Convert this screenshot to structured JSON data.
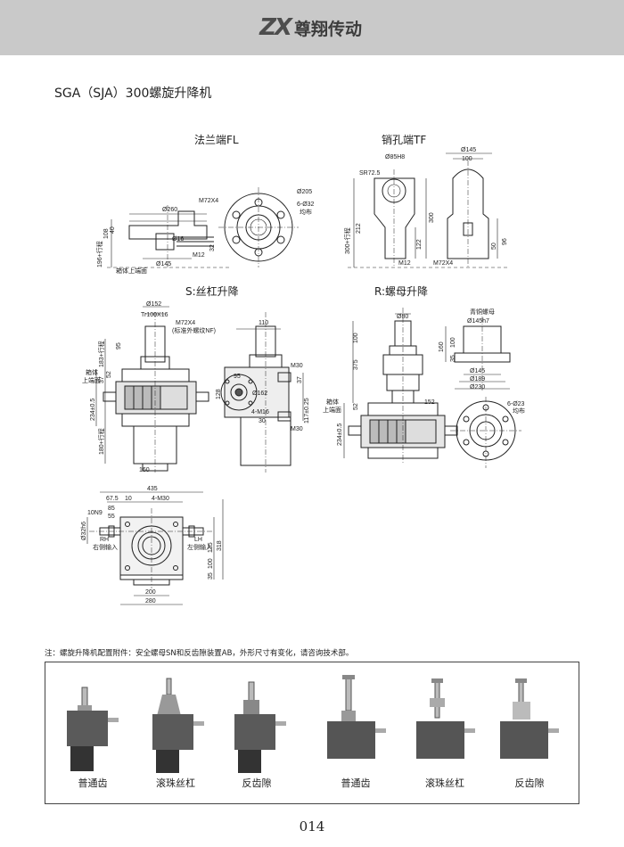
{
  "header": {
    "logo": "ZX",
    "brand": "尊翔传动"
  },
  "title": "SGA（SJA）300螺旋升降机",
  "sections": {
    "fl": "法兰端FL",
    "tf": "销孔端TF",
    "s": "S:丝杠升降",
    "r": "R:螺母升降"
  },
  "fl_dims": {
    "d260": "Ø260",
    "d145": "Ø145",
    "d205": "Ø205",
    "holes": "6-Ø32",
    "even": "均布",
    "m72": "M72X4",
    "m12": "M12",
    "h108": "108",
    "h40": "40",
    "h32": "32",
    "stroke": "196+行程",
    "case_top": "箱体上端面",
    "d16": "Ø16"
  },
  "tf_dims": {
    "d85": "Ø85H8",
    "sr": "SR72.5",
    "h212": "212",
    "h300": "300",
    "h122": "122",
    "stroke": "300+行程",
    "m12": "M12",
    "m72": "M72X4",
    "d145": "Ø145",
    "w100": "100",
    "h96": "96",
    "h50": "50"
  },
  "s_dims": {
    "d152": "Ø152",
    "tr": "Tr100X16",
    "m72": "M72X4",
    "std": "(标准外螺纹NF)",
    "h95": "95",
    "stroke_top": "183+行程",
    "case_top": "箱体\n上端面",
    "h37": "37",
    "h52": "52",
    "h234": "234±0.5",
    "stroke_bot": "180+行程",
    "sq160": "160",
    "w110": "110",
    "m30": "M30",
    "d95": "95",
    "d162": "Ø162",
    "m16": "4-M16",
    "h128": "128",
    "h30": "30",
    "h117": "117±0.25",
    "h37b": "37"
  },
  "r_dims": {
    "d80": "Ø80",
    "h100": "100",
    "h375": "375",
    "h52": "52",
    "case_top": "箱体\n上端面",
    "h234": "234±0.5",
    "sq152": "152",
    "nut": "青铜螺母",
    "d145h7": "Ø145h7",
    "h160": "160",
    "h35": "35",
    "d145": "Ø145",
    "d189": "Ø189",
    "d230": "Ø230",
    "holes": "6-Ø23",
    "even": "均布"
  },
  "top_dims": {
    "w435": "435",
    "w675": "67.5",
    "w10": "10",
    "m30": "4-M30",
    "key": "10N9",
    "h85": "85",
    "h55": "55",
    "d32": "Ø32h6",
    "rh": "RH",
    "rh_cn": "右侧输入",
    "lh": "LH",
    "lh_cn": "左侧输入",
    "h135": "135",
    "h318": "318",
    "h100": "100",
    "h35": "35",
    "w200": "200",
    "w280": "280"
  },
  "note": "注：螺旋升降机配置附件：安全螺母SN和反齿隙装置AB，外形尺寸有变化，请咨询技术部。",
  "gallery": [
    {
      "label": "普通齿"
    },
    {
      "label": "滚珠丝杠"
    },
    {
      "label": "反齿隙"
    },
    {
      "label": "普通齿"
    },
    {
      "label": "滚珠丝杠"
    },
    {
      "label": "反齿隙"
    }
  ],
  "page_number": "014",
  "colors": {
    "header_bg": "#c9c9c9",
    "line": "#222222",
    "body": "#4a4a4a",
    "steel": "#9a9a9a"
  }
}
